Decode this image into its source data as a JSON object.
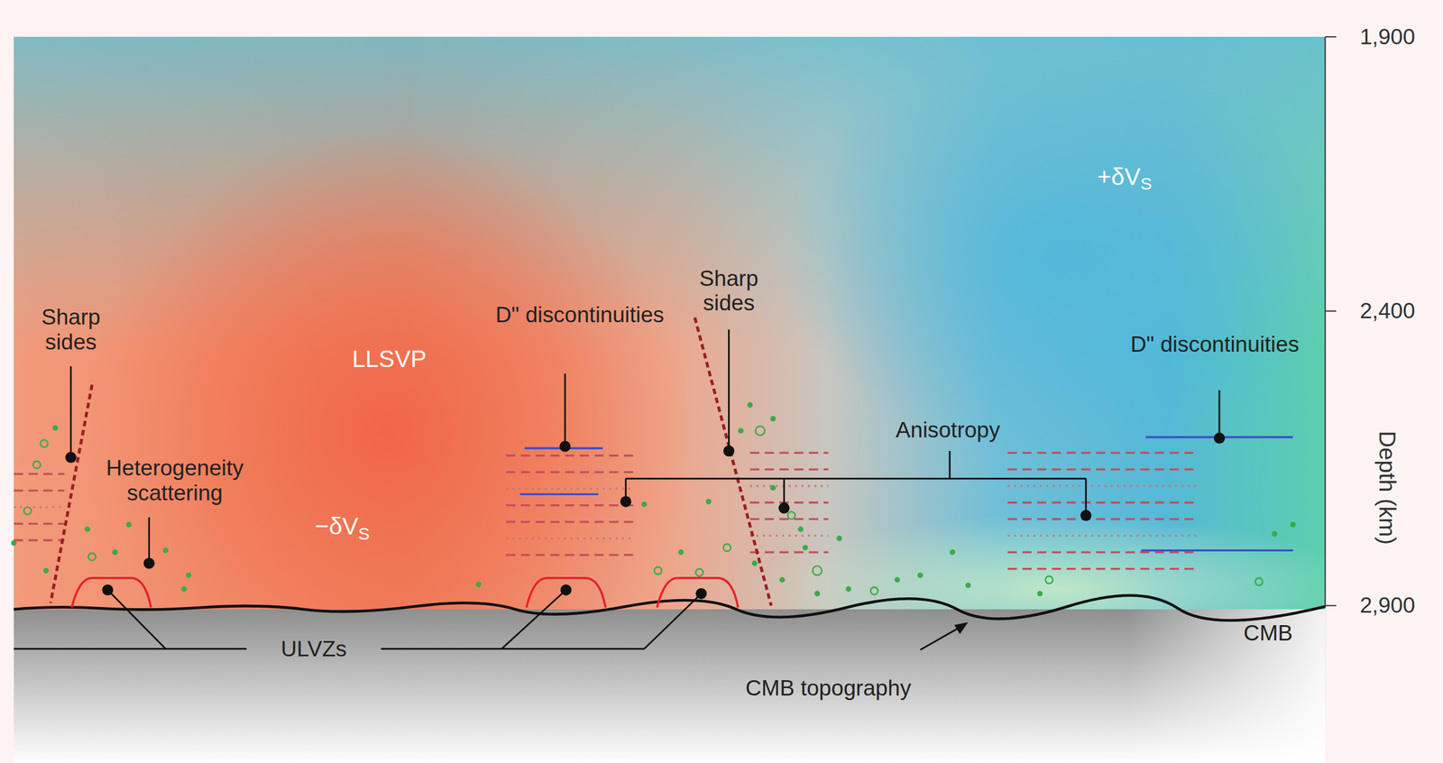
{
  "diagram": {
    "labels": [
      "1,900",
      "2,400",
      "2,900",
      "Depth (km)",
      "+δVS",
      "LLSVP",
      "−δVS",
      "Sharp sides",
      "D\" discontinuities",
      "Sharp sides",
      "D\" discontinuities",
      "Heterogeneity scattering",
      "Anisotropy",
      "ULVZs",
      "CMB",
      "CMB topography"
    ]
  }
}
